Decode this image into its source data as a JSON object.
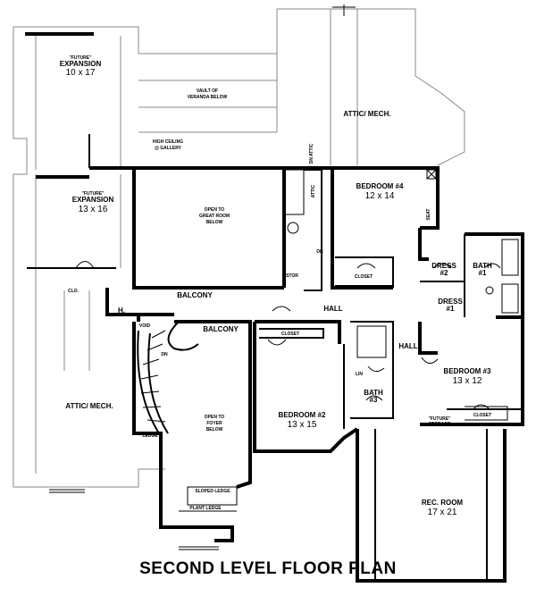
{
  "title": "SECOND LEVEL FLOOR PLAN",
  "rooms": {
    "future_expansion_1": {
      "name": "\"FUTURE\"\nEXPANSION",
      "size": "10 x 17"
    },
    "future_expansion_2": {
      "name": "\"FUTURE\"\nEXPANSION",
      "size": "13 x 16"
    },
    "vault": {
      "name": "VAULT OF\nVERANDA BELOW"
    },
    "high_ceiling": {
      "name": "HIGH CEILING\n@ GALLERY"
    },
    "attic_mech_top": {
      "name": "ATTIC/ MECH."
    },
    "attic_mech_left": {
      "name": "ATTIC/ MECH."
    },
    "open_great_room": {
      "name": "OPEN TO\nGREAT ROOM\nBELOW"
    },
    "bedroom4": {
      "name": "BEDROOM #4",
      "size": "12 x 14"
    },
    "bedroom3": {
      "name": "BEDROOM #3",
      "size": "13 x 12"
    },
    "bedroom2": {
      "name": "BEDROOM #2",
      "size": "13 x 15"
    },
    "rec_room": {
      "name": "REC. ROOM",
      "size": "17 x 21"
    },
    "balcony_top": {
      "name": "BALCONY"
    },
    "balcony_low": {
      "name": "BALCONY"
    },
    "hall_center": {
      "name": "HALL"
    },
    "hall_right": {
      "name": "HALL"
    },
    "dress2": {
      "name": "DRESS\n#2"
    },
    "dress1": {
      "name": "DRESS\n#1"
    },
    "bath_top": {
      "name": "BATH\n#1"
    },
    "bath3": {
      "name": "BATH\n#3"
    },
    "open_foyer": {
      "name": "OPEN TO\nFOYER\nBELOW"
    },
    "sloped_ledge": {
      "name": "SLOPED LEDGE"
    },
    "plant_ledge": {
      "name": "PLANT LEDGE"
    },
    "ledge": {
      "name": "LEDGE"
    },
    "void": {
      "name": "VOID"
    },
    "closet_b4": {
      "name": "CLOSET"
    },
    "closet_b2": {
      "name": "CLOSET"
    },
    "closet_b3": {
      "name": "CLOSET"
    },
    "future_storage": {
      "name": "\"FUTURE\"\nSTORAGE"
    },
    "clo": {
      "name": "CLO."
    },
    "h_label": {
      "name": "H."
    },
    "stor": {
      "name": "STOR"
    },
    "seat": {
      "name": "SEAT"
    },
    "lin": {
      "name": "LIN"
    },
    "dn_stair": {
      "name": "DN"
    },
    "dn_spiral": {
      "name": "DN"
    },
    "attic_access": {
      "name": "ATTIC"
    },
    "dn_attic": {
      "name": "DN\nATTIC"
    }
  }
}
